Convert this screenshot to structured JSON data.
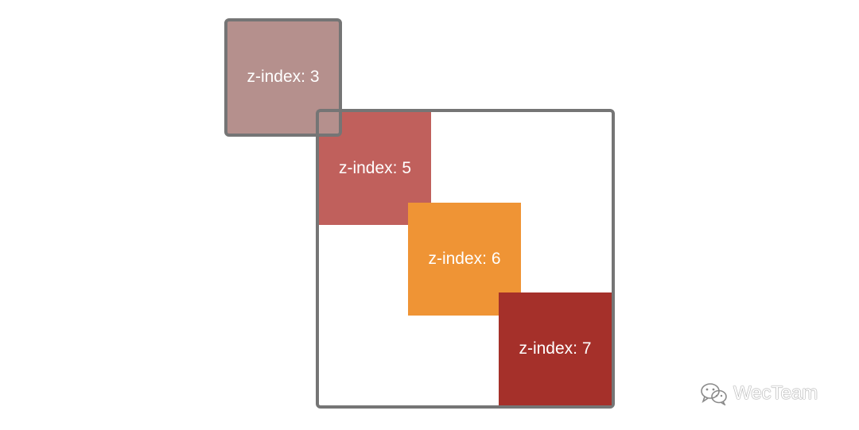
{
  "boxes": [
    {
      "id": "z3",
      "label": "z-index: 3",
      "color": "#b5908d"
    },
    {
      "id": "z5",
      "label": "z-index: 5",
      "color": "#c0605c"
    },
    {
      "id": "z6",
      "label": "z-index: 6",
      "color": "#ef9435"
    },
    {
      "id": "z7",
      "label": "z-index: 7",
      "color": "#a5302a"
    }
  ],
  "container": {
    "border_color": "#757575"
  },
  "watermark": {
    "text": "WecTeam",
    "icon": "wechat-icon"
  }
}
